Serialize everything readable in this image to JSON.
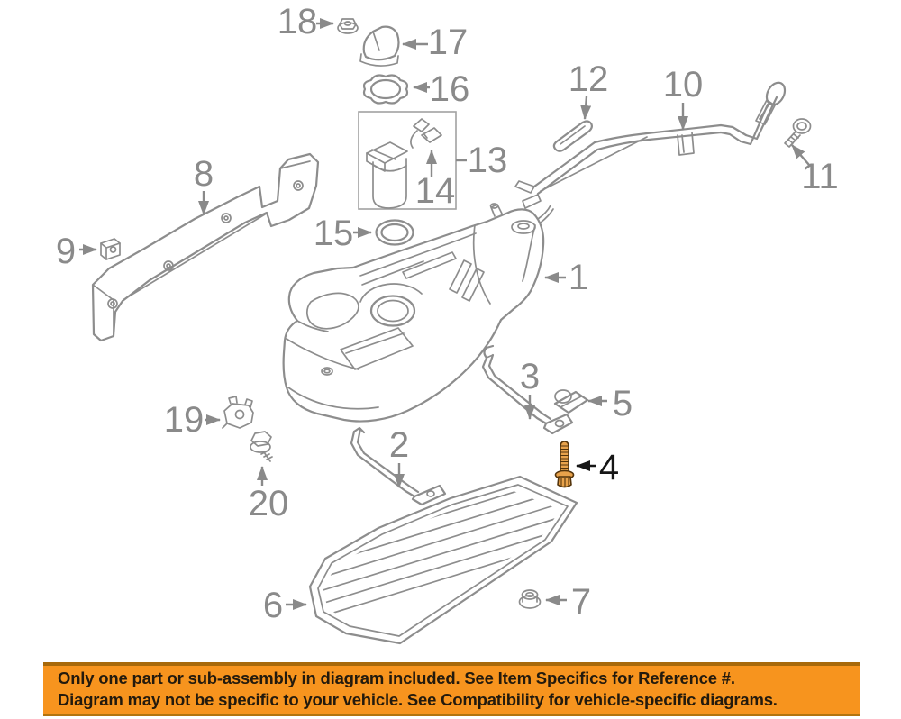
{
  "diagram": {
    "type": "exploded-parts-diagram",
    "line_color": "#8d8d8d",
    "label_color": "#8a8a8a",
    "highlight_part_color": "#e8a24b",
    "highlight_outline_color": "#53340c",
    "highlight_label_color": "#161616",
    "callouts": [
      {
        "num": "1"
      },
      {
        "num": "2"
      },
      {
        "num": "3"
      },
      {
        "num": "4",
        "highlighted": true
      },
      {
        "num": "5"
      },
      {
        "num": "6"
      },
      {
        "num": "7"
      },
      {
        "num": "8"
      },
      {
        "num": "9"
      },
      {
        "num": "10"
      },
      {
        "num": "11"
      },
      {
        "num": "12"
      },
      {
        "num": "13"
      },
      {
        "num": "14"
      },
      {
        "num": "15"
      },
      {
        "num": "16"
      },
      {
        "num": "17"
      },
      {
        "num": "18"
      },
      {
        "num": "19"
      },
      {
        "num": "20"
      }
    ]
  },
  "banner": {
    "bg_color": "#f7941e",
    "edge_color": "#a8690a",
    "text_color": "#231a0d",
    "line1": "Only one part or sub-assembly in diagram included. See Item Specifics for Reference #.",
    "line2": "Diagram may not be specific to your vehicle. See Compatibility for vehicle-specific diagrams."
  }
}
